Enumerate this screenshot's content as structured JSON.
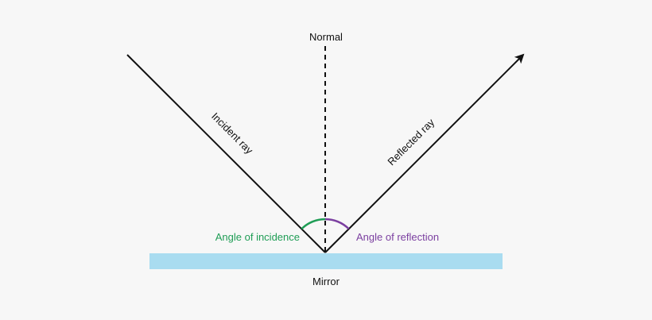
{
  "diagram": {
    "normal_label": "Normal",
    "incident_label": "Incident ray",
    "reflected_label": "Reflected ray",
    "incidence_angle_label": "Angle of incidence",
    "reflection_angle_label": "Angle of reflection",
    "mirror_label": "Mirror"
  },
  "colors": {
    "background": "#f7f7f7",
    "ray": "#111111",
    "mirror": "#a9dcf0",
    "incidence_angle": "#1f9d55",
    "reflection_angle": "#7b3fa0"
  }
}
